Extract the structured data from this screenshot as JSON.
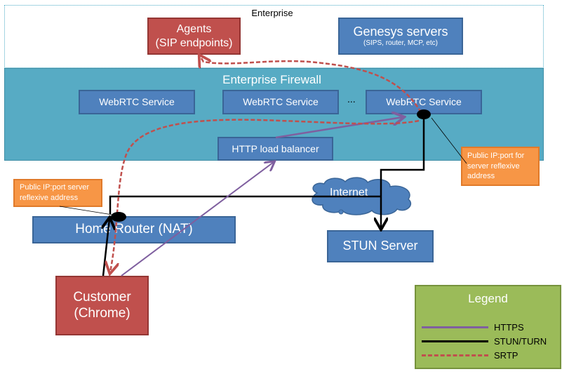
{
  "enterprise": {
    "label": "Enterprise"
  },
  "agents": {
    "line1": "Agents",
    "line2": "(SIP endpoints)"
  },
  "genesys": {
    "title": "Genesys servers",
    "subtitle": "(SIPS, router, MCP, etc)"
  },
  "firewall": {
    "title": "Enterprise Firewall",
    "services": [
      "WebRTC Service",
      "WebRTC Service",
      "WebRTC Service"
    ],
    "ellipsis": "...",
    "load_balancer": "HTTP load balancer"
  },
  "notes": {
    "server_reflexive": "Public IP:port for server reflexive address",
    "client_reflexive": "Public IP:port server reflexive address"
  },
  "internet": {
    "label": "Internet"
  },
  "home_router": {
    "label": "Home Router (NAT)"
  },
  "stun_server": {
    "label": "STUN Server"
  },
  "customer": {
    "line1": "Customer",
    "line2": "(Chrome)"
  },
  "legend": {
    "title": "Legend",
    "items": [
      {
        "label": "HTTPS",
        "color": "#7f5f9f",
        "style": "solid"
      },
      {
        "label": "STUN/TURN",
        "color": "#000000",
        "style": "solid"
      },
      {
        "label": "SRTP",
        "color": "#c0504d",
        "style": "dashed"
      }
    ]
  },
  "colors": {
    "firewall": "#57abc4",
    "blue_box": "#4f81bd",
    "red_box": "#c0504d",
    "note": "#f79646",
    "legend": "#9bbb59"
  }
}
